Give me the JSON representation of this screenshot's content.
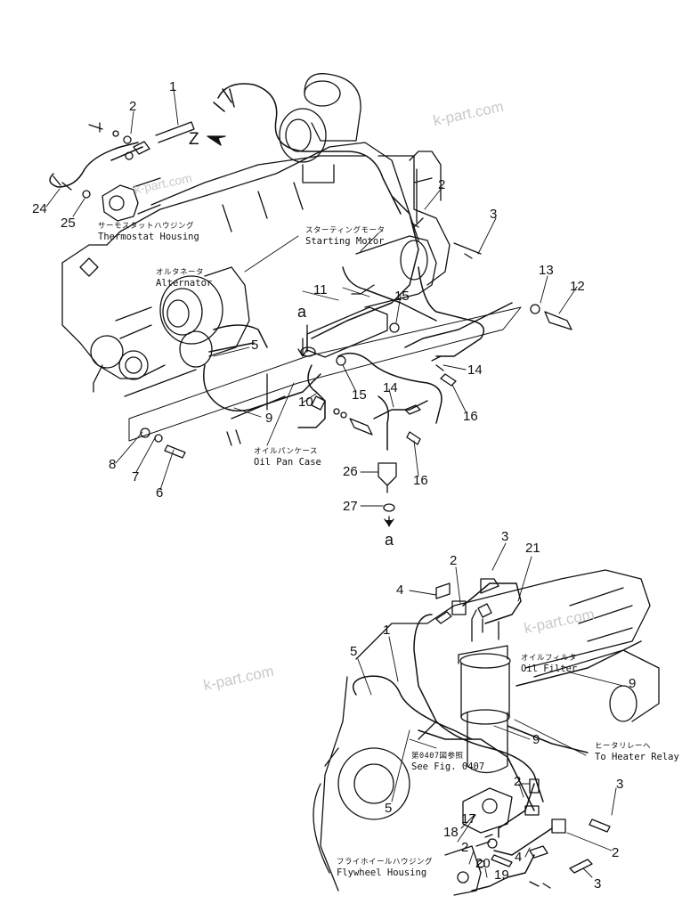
{
  "watermark": "k-part.com",
  "view_arrow_letter": "Z",
  "section_marks": {
    "top": "a",
    "bottom": "a"
  },
  "labels": {
    "thermostat": {
      "jp": "サーモスタットハウジング",
      "en": "Thermostat Housing"
    },
    "starting_motor": {
      "jp": "スターティングモータ",
      "en": "Starting Motor"
    },
    "alternator": {
      "jp": "オルタネータ",
      "en": "Alternator"
    },
    "oil_pan": {
      "jp": "オイルパンケース",
      "en": "Oil Pan Case"
    },
    "oil_filter": {
      "jp": "オイルフィルタ",
      "en": "Oil Filter"
    },
    "heater_relay": {
      "jp": "ヒータリレーへ",
      "en": "To Heater Relay"
    },
    "see_fig": {
      "jp": "第0407図参照",
      "en": "See Fig. 0407"
    },
    "flywheel": {
      "jp": "フライホイールハウジング",
      "en": "Flywheel Housing"
    }
  },
  "callouts_top": [
    "1",
    "2",
    "24",
    "25",
    "2",
    "3",
    "13",
    "12",
    "11",
    "15",
    "5",
    "9",
    "15",
    "14",
    "14",
    "10",
    "16",
    "8",
    "7",
    "6",
    "16",
    "26",
    "27"
  ],
  "callouts_bottom": [
    "3",
    "21",
    "2",
    "4",
    "1",
    "5",
    "9",
    "9",
    "5",
    "2",
    "3",
    "17",
    "18",
    "2",
    "20",
    "19",
    "4",
    "2",
    "3"
  ]
}
